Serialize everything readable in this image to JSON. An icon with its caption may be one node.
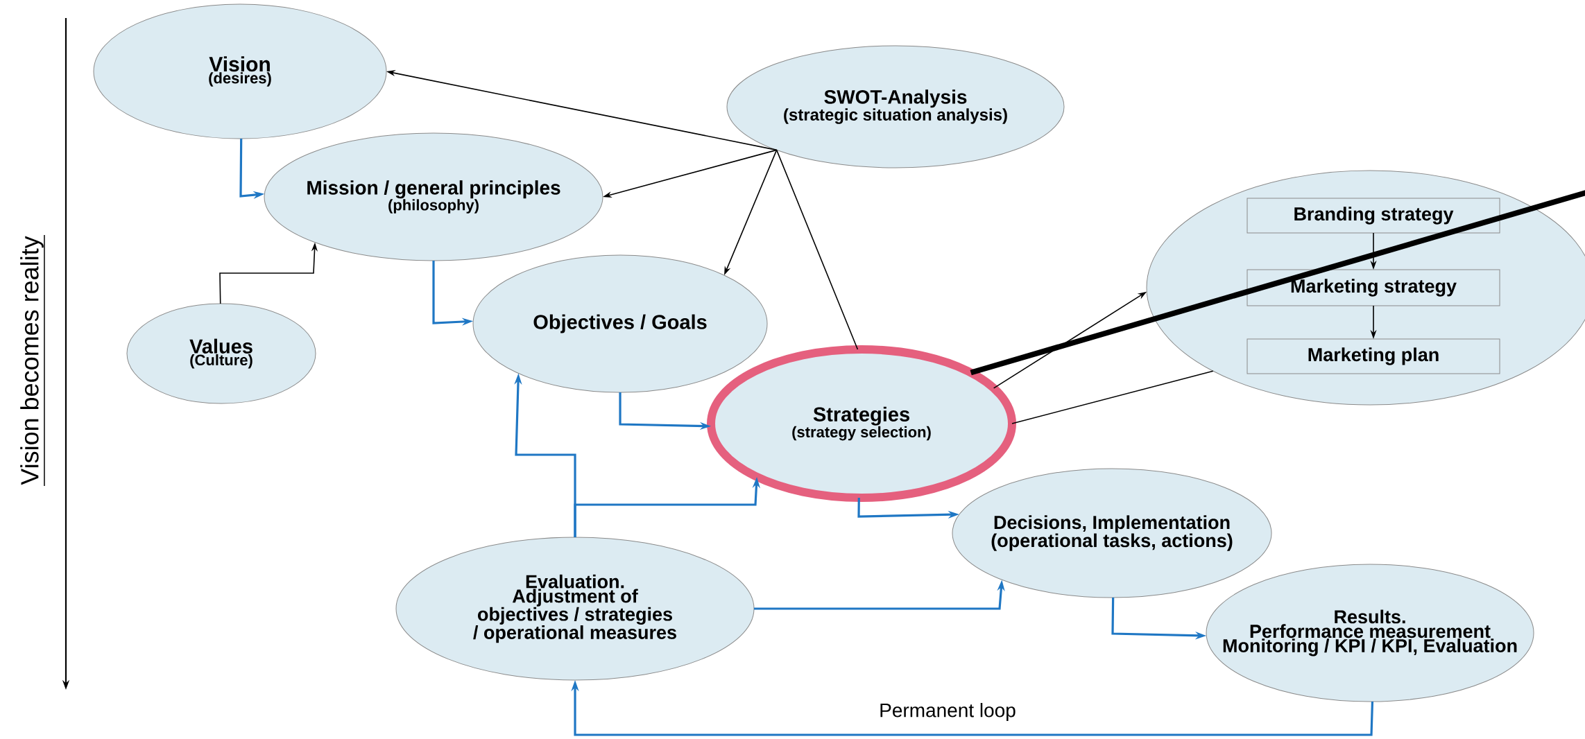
{
  "diagram": {
    "nodes": [
      {
        "text": [
          "Vision",
          "(desires)"
        ]
      },
      {
        "text": [
          "SWOT-Analysis",
          "(strategic situation analysis)"
        ]
      },
      {
        "text": [
          "Mission / general principles",
          "(philosophy)"
        ]
      },
      {
        "text": [],
        "shape": "ellipse"
      },
      {
        "text": [
          "Branding strategy"
        ],
        "in": 3
      },
      {
        "text": [
          "Marketing strategy"
        ],
        "in": 3
      },
      {
        "text": [
          "Marketing plan"
        ],
        "in": 3
      },
      {
        "text": [
          "Values",
          "(Culture)"
        ]
      },
      {
        "text": [
          "Objectives / Goals"
        ]
      },
      {
        "text": [
          "Strategies",
          "(strategy selection)"
        ]
      },
      {
        "text": [
          "Decisions, Implementation",
          "(operational tasks, actions)"
        ]
      },
      {
        "text": [
          "Evaluation.",
          "Adjustment of objectives / strategies / operational measures"
        ]
      },
      {
        "text": [
          "Results.",
          "Performance measurement Monitoring / KPI / KPI, Evaluation"
        ]
      }
    ],
    "edges": [
      {
        "from": 1,
        "to": 0,
        "arrow": "to"
      },
      {
        "from": 1,
        "to": 2,
        "arrow": "to"
      },
      {
        "from": 1,
        "to": 8,
        "arrow": "to"
      },
      {
        "from": 1,
        "to": 9,
        "arrow": "none"
      },
      {
        "from": 0,
        "to": 2,
        "arrow": "to",
        "color": "#1f77c4"
      },
      {
        "from": 7,
        "to": 2,
        "arrow": "to"
      },
      {
        "from": 2,
        "to": 8,
        "arrow": "to",
        "color": "#1f77c4"
      },
      {
        "from": 8,
        "to": 9,
        "arrow": "to",
        "color": "#1f77c4"
      },
      {
        "from": 11,
        "to": 8,
        "arrow": "to",
        "color": "#1f77c4"
      },
      {
        "from": 11,
        "to": 9,
        "arrow": "to",
        "color": "#1f77c4"
      },
      {
        "from": 9,
        "to": 3,
        "arrow": "to"
      },
      {
        "from": 3,
        "to": 9,
        "arrow": "none"
      },
      {
        "from": 4,
        "to": 5,
        "arrow": "to"
      },
      {
        "from": 5,
        "to": 6,
        "arrow": "to"
      },
      {
        "from": 9,
        "to": null,
        "arrow": "none",
        "style": "thick"
      },
      {
        "from": 9,
        "to": 10,
        "arrow": "to",
        "color": "#1f77c4"
      },
      {
        "from": 11,
        "to": 10,
        "arrow": "to",
        "color": "#1f77c4"
      },
      {
        "from": 10,
        "to": 12,
        "arrow": "to",
        "color": "#1f77c4"
      },
      {
        "from": 12,
        "to": 11,
        "arrow": "to",
        "color": "#1f77c4",
        "label": "Permanent loop"
      }
    ],
    "labels": [
      "Vision becomes reality"
    ]
  }
}
